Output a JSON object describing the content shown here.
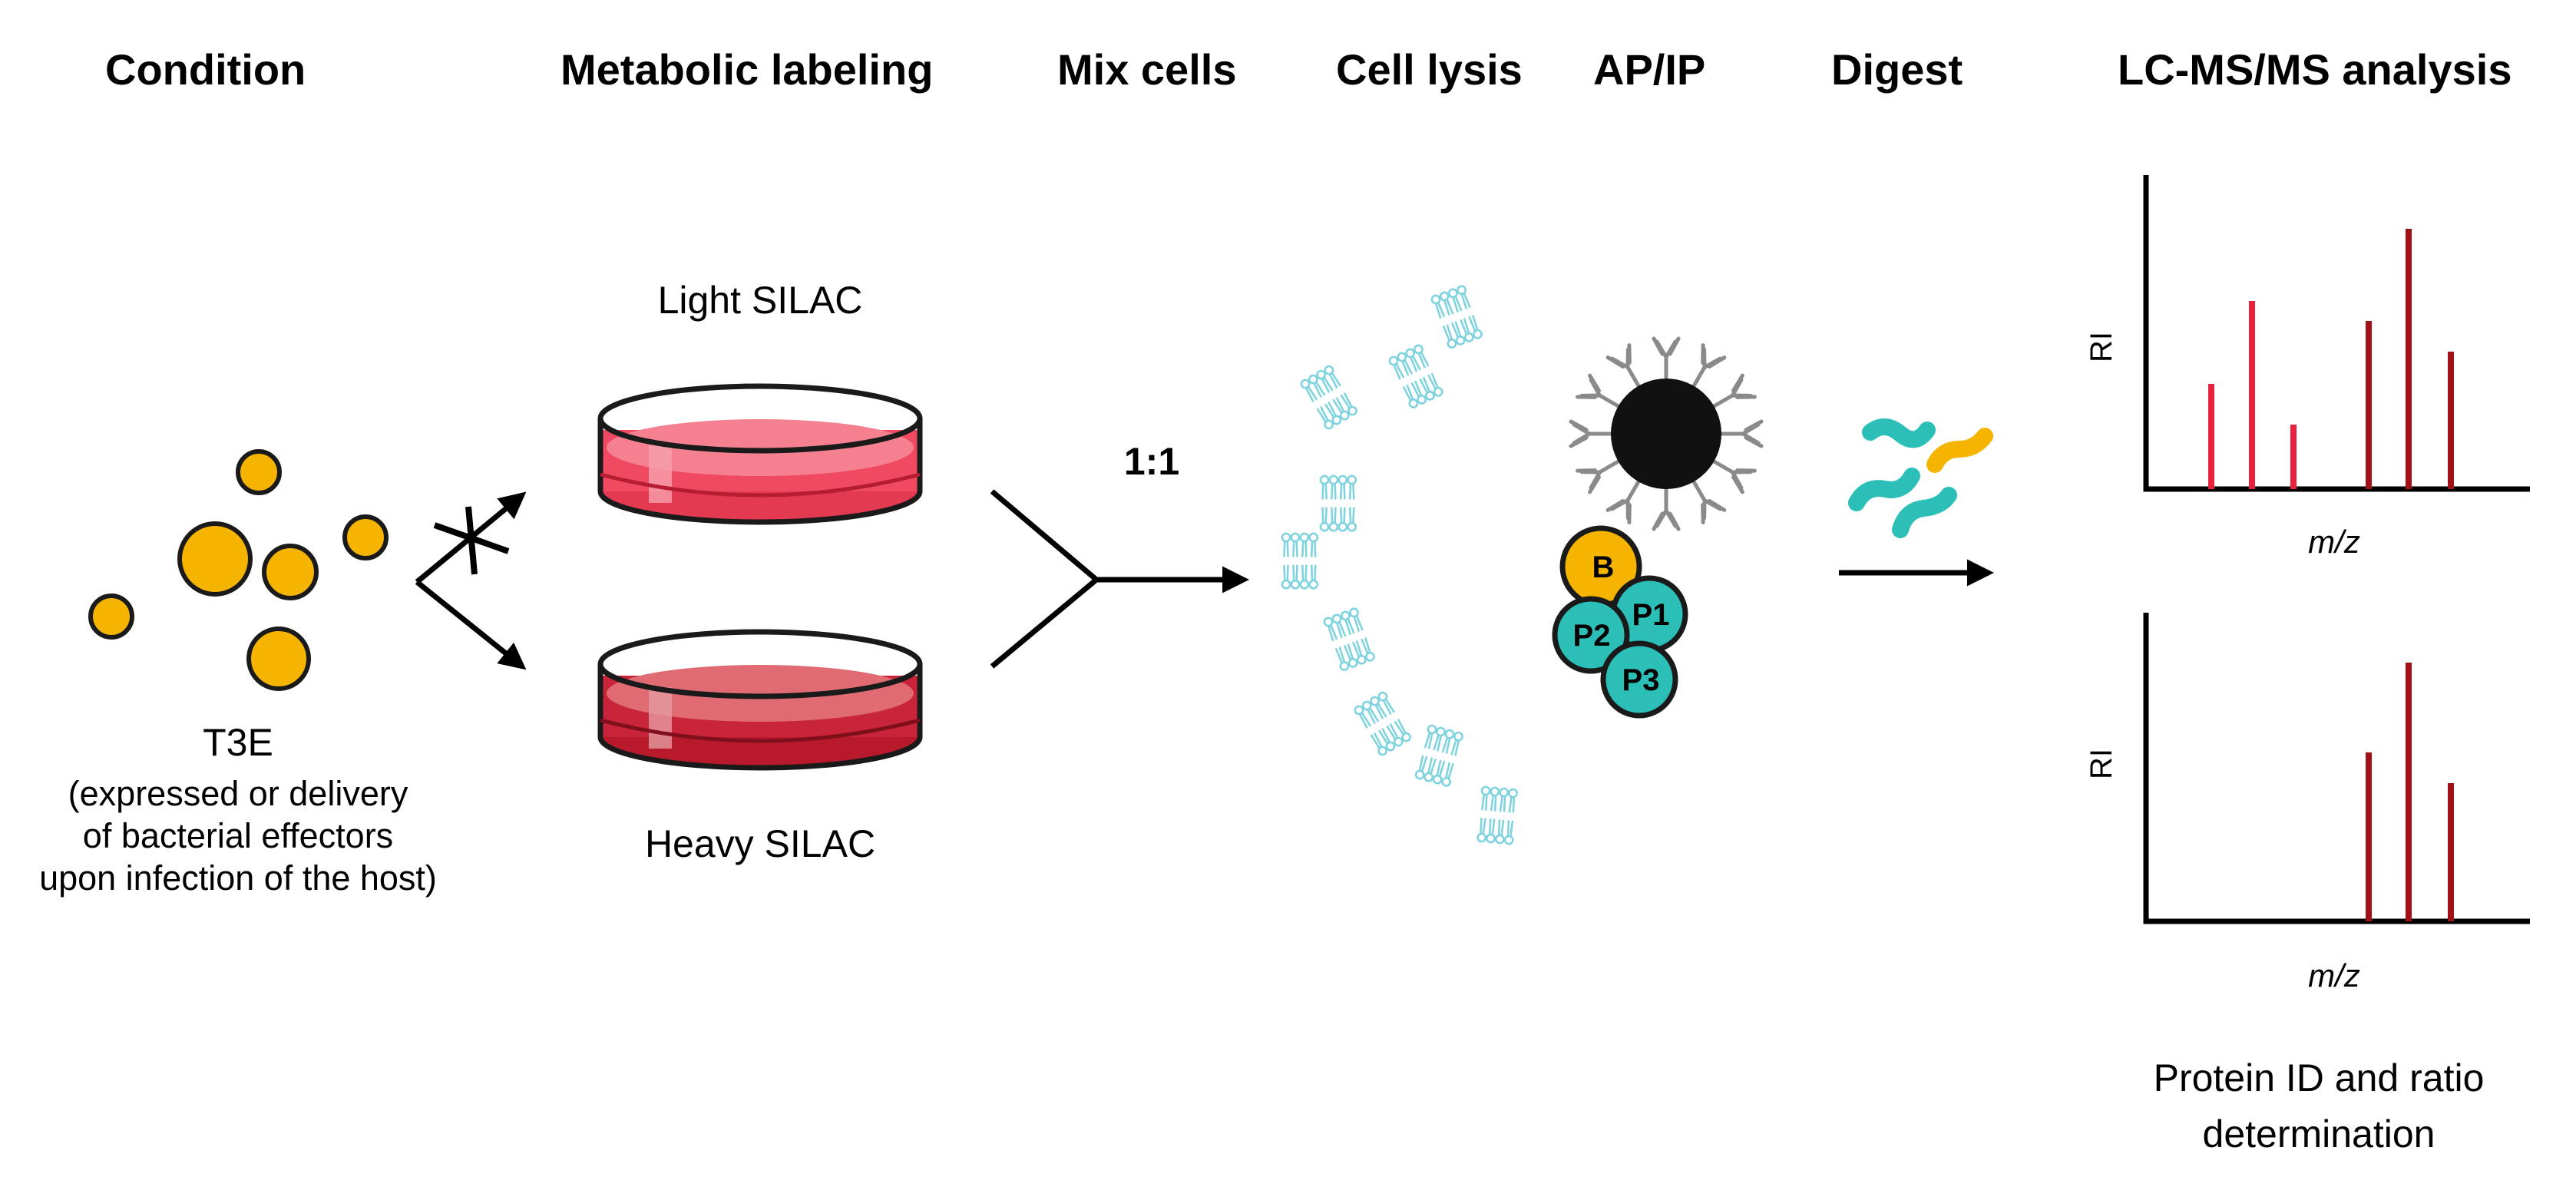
{
  "headers": {
    "condition": "Condition",
    "metabolic_labeling": "Metabolic labeling",
    "mix_cells": "Mix cells",
    "cell_lysis": "Cell lysis",
    "ap_ip": "AP/IP",
    "digest": "Digest",
    "lcms": "LC-MS/MS analysis"
  },
  "condition": {
    "t3e_label": "T3E",
    "t3e_desc_1": "(expressed or delivery",
    "t3e_desc_2": "of bacterial effectors",
    "t3e_desc_3": "upon infection of the host)"
  },
  "labeling": {
    "light_label": "Light SILAC",
    "heavy_label": "Heavy SILAC"
  },
  "mix": {
    "ratio_label": "1:1"
  },
  "complex": {
    "bait_label": "B",
    "prey_labels": [
      "P1",
      "P2",
      "P3"
    ]
  },
  "spectra": {
    "y_label": "RI",
    "x_label": "m/z"
  },
  "result": {
    "line1": "Protein ID and ratio",
    "line2": "determination"
  },
  "colors": {
    "t3e_yellow": "#f5b400",
    "prey_teal": "#2cbfb8",
    "light_red": "#e8223e",
    "heavy_red": "#9e1218",
    "lipid_blue": "#7fd3de"
  }
}
